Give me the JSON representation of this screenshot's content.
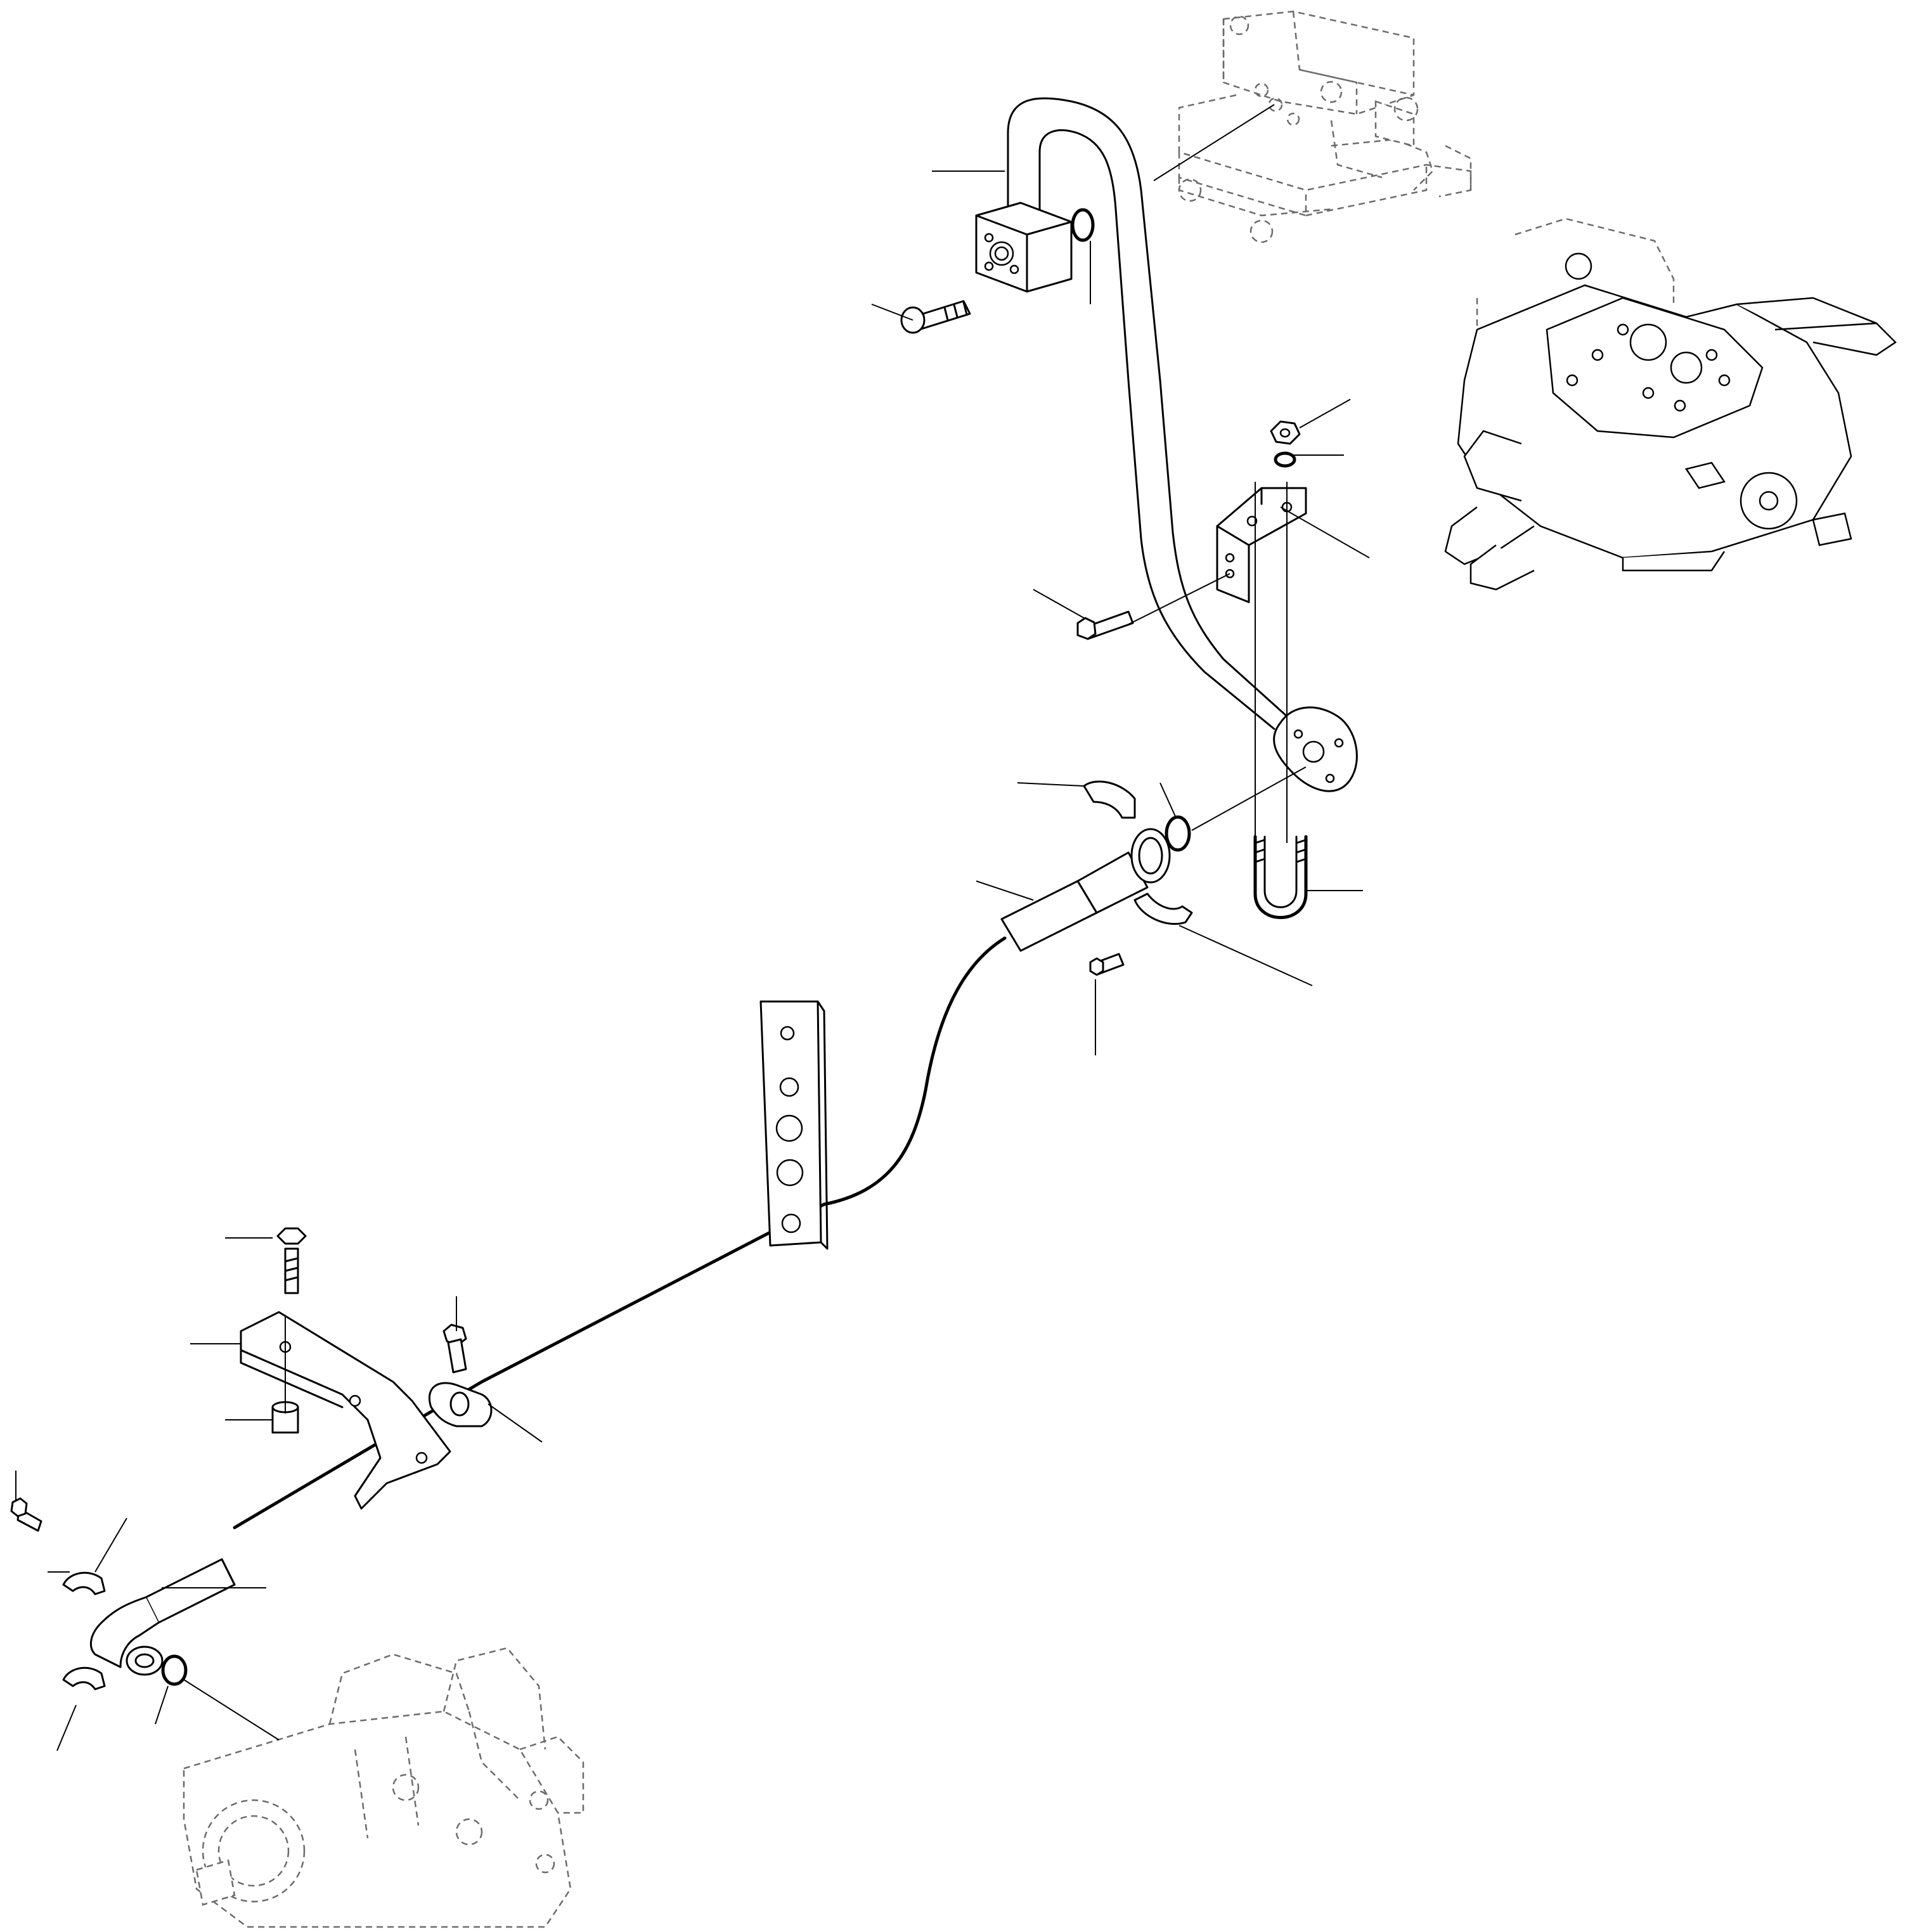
{
  "colors": {
    "ink": "#000000",
    "ghost": "#6b6b6b",
    "paper": "#ffffff"
  },
  "parts": [
    {
      "name": "upper-rigid-pipe",
      "style": "solid"
    },
    {
      "name": "square-flange",
      "style": "solid"
    },
    {
      "name": "flange-capscrew-top",
      "style": "solid"
    },
    {
      "name": "o-ring-top",
      "style": "solid"
    },
    {
      "name": "support-bracket-angle",
      "style": "solid"
    },
    {
      "name": "hex-nut",
      "style": "solid"
    },
    {
      "name": "lock-washer",
      "style": "solid"
    },
    {
      "name": "hex-bolt",
      "style": "solid"
    },
    {
      "name": "oval-flange",
      "style": "solid"
    },
    {
      "name": "u-bolt",
      "style": "solid"
    },
    {
      "name": "split-flange-half",
      "style": "solid"
    },
    {
      "name": "hose-fitting",
      "style": "solid"
    },
    {
      "name": "flexible-hose",
      "style": "solid"
    },
    {
      "name": "clamp-plate",
      "style": "solid"
    },
    {
      "name": "mounting-bracket",
      "style": "solid"
    },
    {
      "name": "spacer",
      "style": "solid"
    },
    {
      "name": "hose-clamp",
      "style": "solid"
    },
    {
      "name": "elbow-hose-end",
      "style": "solid"
    },
    {
      "name": "control-valve-bank",
      "style": "solid-reference"
    },
    {
      "name": "valve-mount-block",
      "style": "phantom"
    },
    {
      "name": "hydraulic-pump",
      "style": "phantom"
    }
  ]
}
